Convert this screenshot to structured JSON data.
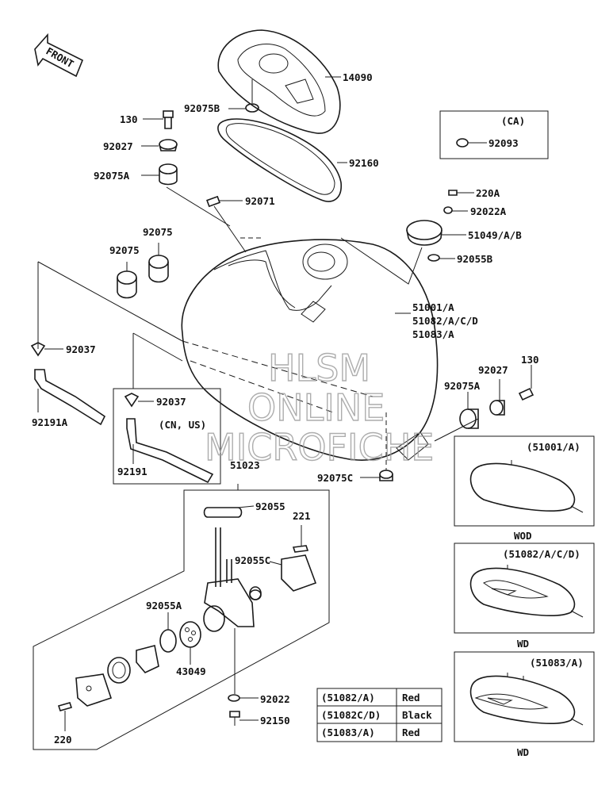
{
  "front_arrow": {
    "label": "FRONT"
  },
  "callouts": {
    "p14090": "14090",
    "p92075B": "92075B",
    "p130a": "130",
    "p92027a": "92027",
    "p92160": "92160",
    "p92075Aa": "92075A",
    "p92071": "92071",
    "p220A": "220A",
    "p92022A": "92022A",
    "p51049": "51049/A/B",
    "p92055B": "92055B",
    "p92075a": "92075",
    "p92075b": "92075",
    "p51001": "51001/A",
    "p51082": "51082/A/C/D",
    "p51083": "51083/A",
    "p92037a": "92037",
    "p92191A": "92191A",
    "p92037b": "92037",
    "p92191": "92191",
    "p92027b": "92027",
    "p130b": "130",
    "p92075Ab": "92075A",
    "p92075C": "92075C",
    "p51023": "51023",
    "p92055": "92055",
    "p221": "221",
    "p92055C": "92055C",
    "p92055A": "92055A",
    "p43049": "43049",
    "p92022": "92022",
    "p92150": "92150",
    "p220": "220"
  },
  "ca_box": {
    "title": "(CA)",
    "part": "92093"
  },
  "cn_us_note": "(CN, US)",
  "variants": [
    {
      "title": "(51001/A)",
      "code": "WOD"
    },
    {
      "title": "(51082/A/C/D)",
      "code": "WD"
    },
    {
      "title": "(51083/A)",
      "code": "WD"
    }
  ],
  "color_table": [
    {
      "part": "(51082/A)",
      "color": "Red"
    },
    {
      "part": "(51082C/D)",
      "color": "Black"
    },
    {
      "part": "(51083/A)",
      "color": "Red"
    }
  ],
  "watermark": [
    "HLSM",
    "ONLINE",
    "MICROFICHE"
  ]
}
